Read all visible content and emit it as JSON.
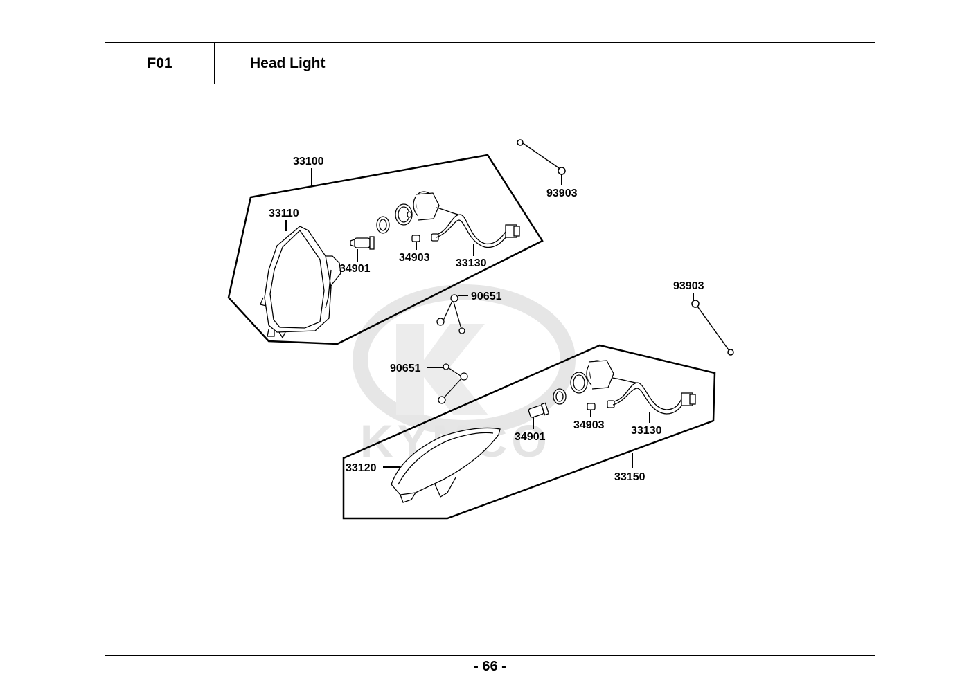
{
  "header": {
    "code": "F01",
    "title": "Head Light"
  },
  "watermark": "KYMCO",
  "footer": {
    "page": "- 66 -"
  },
  "labels": {
    "p33100": "33100",
    "p33110": "33110",
    "p34901a": "34901",
    "p34903a": "34903",
    "p33130a": "33130",
    "p93903a": "93903",
    "p93903b": "93903",
    "p90651a": "90651",
    "p90651b": "90651",
    "p34901b": "34901",
    "p34903b": "34903",
    "p33130b": "33130",
    "p33120": "33120",
    "p33150": "33150"
  }
}
